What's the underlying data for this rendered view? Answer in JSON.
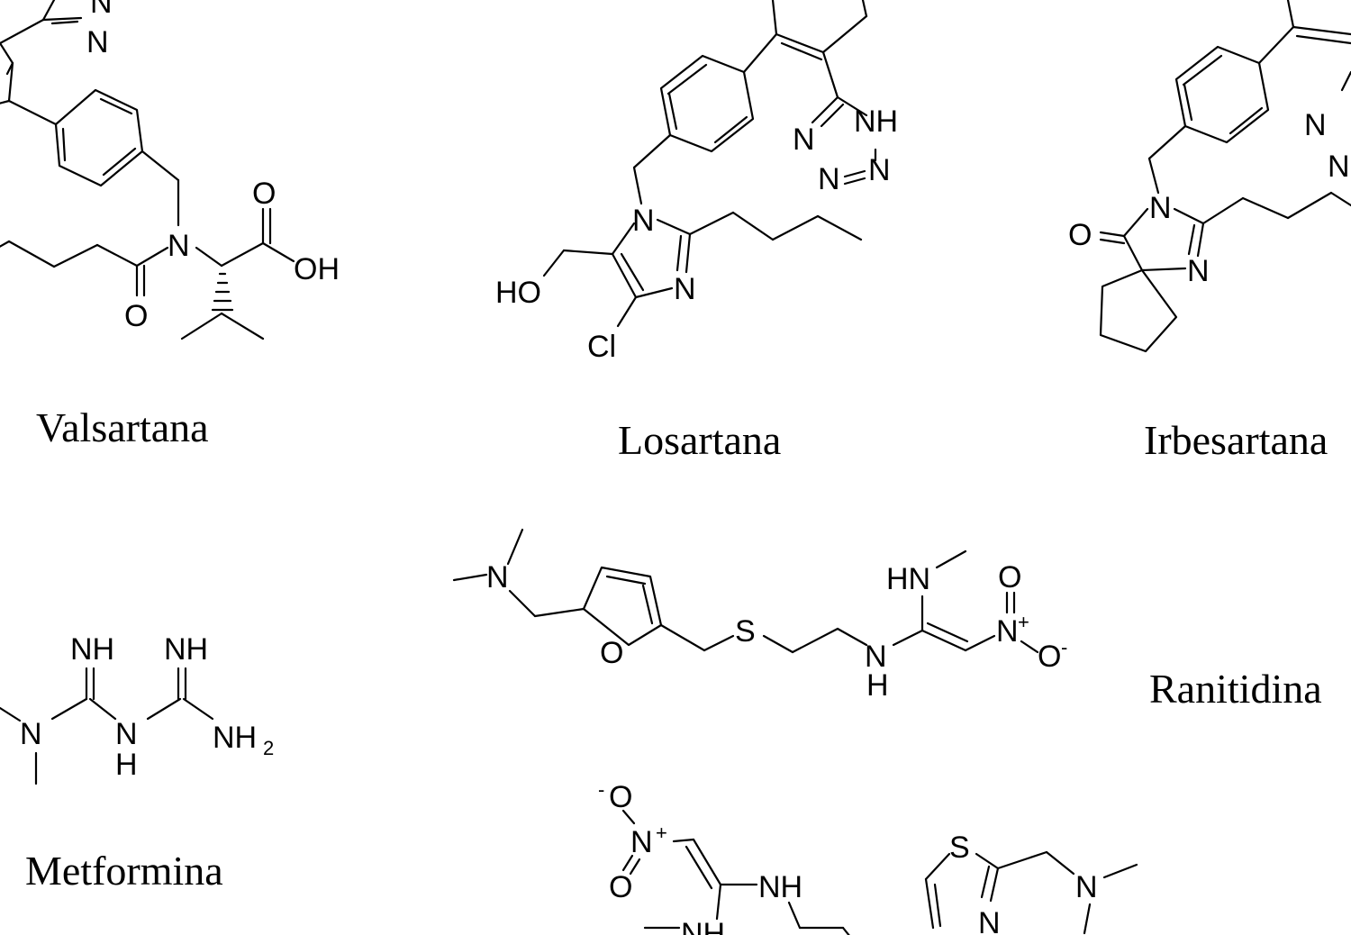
{
  "compounds": [
    {
      "id": "valsartan",
      "name": "Valsartana"
    },
    {
      "id": "losartan",
      "name": "Losartana"
    },
    {
      "id": "irbesartan",
      "name": "Irbesartana"
    },
    {
      "id": "metformin",
      "name": "Metformina"
    },
    {
      "id": "ranitidine",
      "name": "Ranitidina"
    },
    {
      "id": "nizatidine",
      "name": ""
    }
  ],
  "atom_labels": {
    "valsartan": {
      "n_tetrazole": "N",
      "n_tetrazole2": "N",
      "n_amide": "N",
      "o_acid": "O",
      "oh_acid": "OH",
      "o_amide": "O"
    },
    "losartan": {
      "nh": "NH",
      "n1": "N",
      "n2": "N",
      "n3": "N",
      "n_imid": "N",
      "n_imid2": "N",
      "ho": "HO",
      "cl": "Cl"
    },
    "irbesartan": {
      "o": "O",
      "n1": "N",
      "n2": "N",
      "n_tet1": "N",
      "n_tet2": "N"
    },
    "metformin": {
      "n": "N",
      "nh1": "NH",
      "nh2": "NH",
      "n_mid": "N",
      "h_mid": "H",
      "nh2_term": "NH",
      "nh2_sub": "2"
    },
    "ranitidine": {
      "n": "N",
      "o": "O",
      "s": "S",
      "hn": "HN",
      "n_amine": "N",
      "h_amine": "H",
      "o_nitro": "O",
      "n_nitro": "N",
      "plus": "+",
      "o_minus": "O",
      "minus": "-"
    },
    "nizatidine": {
      "o_top": "O",
      "minus": "-",
      "n": "N",
      "plus": "+",
      "o": "O",
      "nh": "NH",
      "nh2": "NH",
      "s": "S",
      "n_ring": "N",
      "n_amine": "N"
    }
  }
}
